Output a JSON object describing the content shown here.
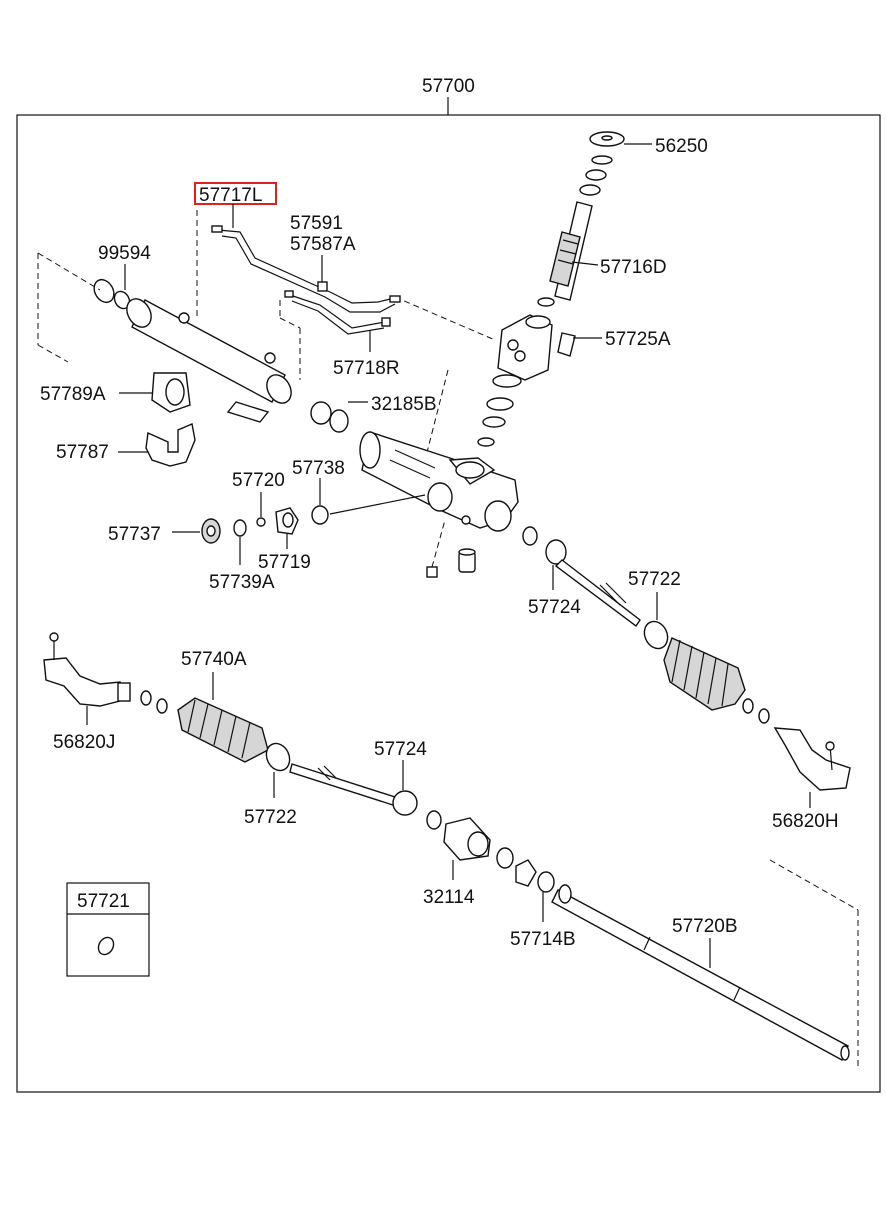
{
  "diagram": {
    "assembly_label": "57700",
    "highlighted_part": "57717L",
    "highlight_color": "#e0201e",
    "line_color": "#111111",
    "background": "#ffffff",
    "labels": {
      "p56250": "56250",
      "p57716D": "57716D",
      "p57725A": "57725A",
      "p57717L": "57717L",
      "p57591": "57591",
      "p57587A": "57587A",
      "p99594": "99594",
      "p57718R": "57718R",
      "p57789A": "57789A",
      "p32185B": "32185B",
      "p57787": "57787",
      "p57720": "57720",
      "p57738": "57738",
      "p57737": "57737",
      "p57719": "57719",
      "p57739A": "57739A",
      "p57724a": "57724",
      "p57722a": "57722",
      "p57740A": "57740A",
      "p56820J": "56820J",
      "p57724b": "57724",
      "p57722b": "57722",
      "p56820H": "56820H",
      "p32114": "32114",
      "p57714B": "57714B",
      "p57720B": "57720B",
      "p57721": "57721"
    }
  }
}
